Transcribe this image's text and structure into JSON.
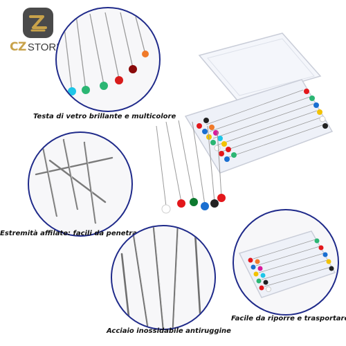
{
  "brand": {
    "logo_cz": "CZ",
    "logo_store": "STORE"
  },
  "captions": {
    "c1": "Testa di vetro brillante e multicolore",
    "c2": "Estremità affilate: facili da penetrare",
    "c3": "Acciaio inossidabile antiruggine",
    "c4": "Facile da riporre e trasportare"
  },
  "colors": {
    "circle_border": "#1f2a8a",
    "logo_gold": "#c8a24a",
    "pin_heads": [
      "#1ec6e8",
      "#2bb673",
      "#2bb673",
      "#d81b1b",
      "#8a0a0a",
      "#f07a2a",
      "#ffffff",
      "#0d7a2f",
      "#1a6fd1",
      "#222222",
      "#e3171b"
    ]
  }
}
